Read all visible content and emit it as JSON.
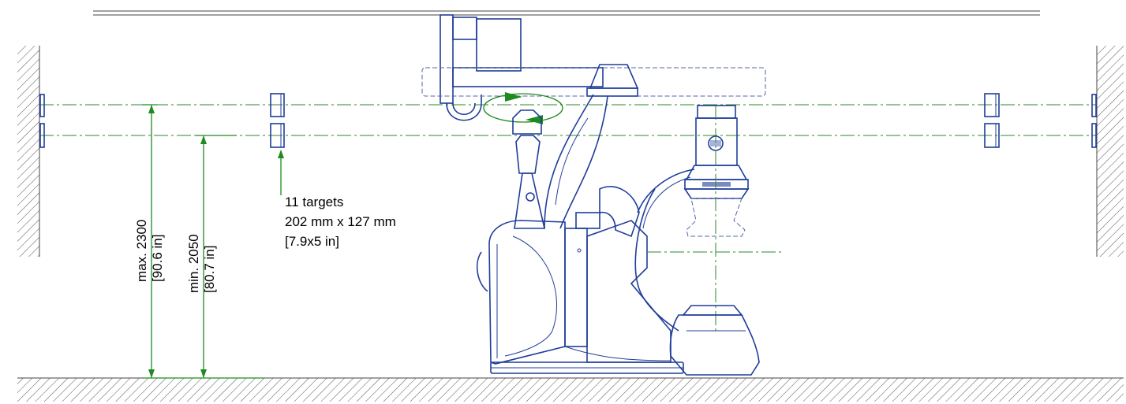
{
  "annotations": {
    "targets_count": "11 targets",
    "targets_size_mm": "202 mm x 127 mm",
    "targets_size_in": "[7.9x5 in]"
  },
  "dimensions": {
    "max_height_mm": "max. 2300",
    "max_height_in": "[90.6 in]",
    "min_height_mm": "min. 2050",
    "min_height_in": "[80.7 in]"
  },
  "colors": {
    "equipment": "#1f3d99",
    "dimension_lines": "#1f8a1f",
    "hatching": "#555555"
  }
}
